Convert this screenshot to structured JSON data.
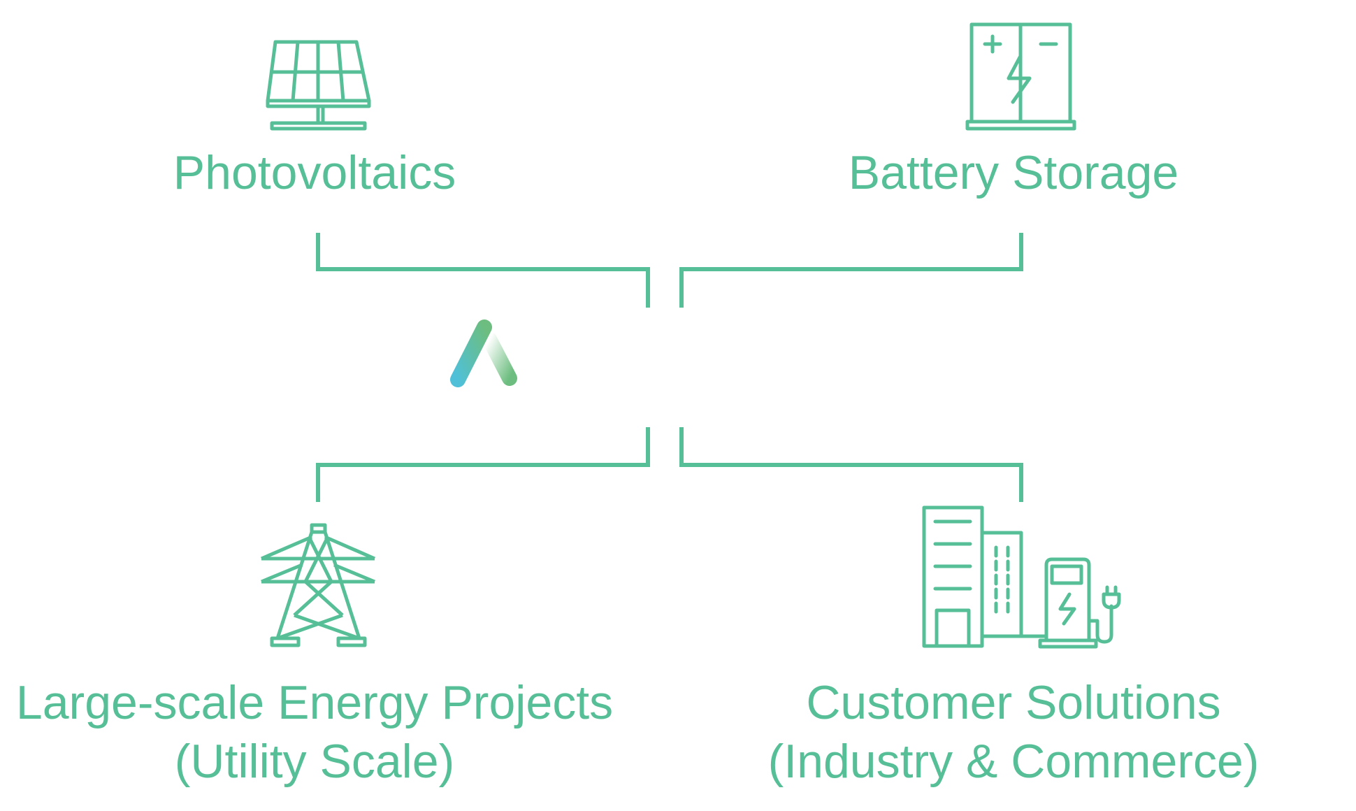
{
  "nodes": {
    "photovoltaics": {
      "label": "Photovoltaics",
      "icon": "solar-panel-icon"
    },
    "battery_storage": {
      "label": "Battery Storage",
      "icon": "battery-storage-icon"
    },
    "large_scale": {
      "line1": "Large-scale Energy Projects",
      "line2": "(Utility Scale)",
      "icon": "power-tower-icon"
    },
    "customer_solutions": {
      "line1": "Customer Solutions",
      "line2": "(Industry & Commerce)",
      "icon": "building-charging-station-icon"
    }
  },
  "center_logo": {
    "icon": "logo-mark-icon"
  },
  "colors": {
    "accent": "#56bf97",
    "logo_blue": "#4fc0d8",
    "logo_green": "#6cbd7f"
  }
}
